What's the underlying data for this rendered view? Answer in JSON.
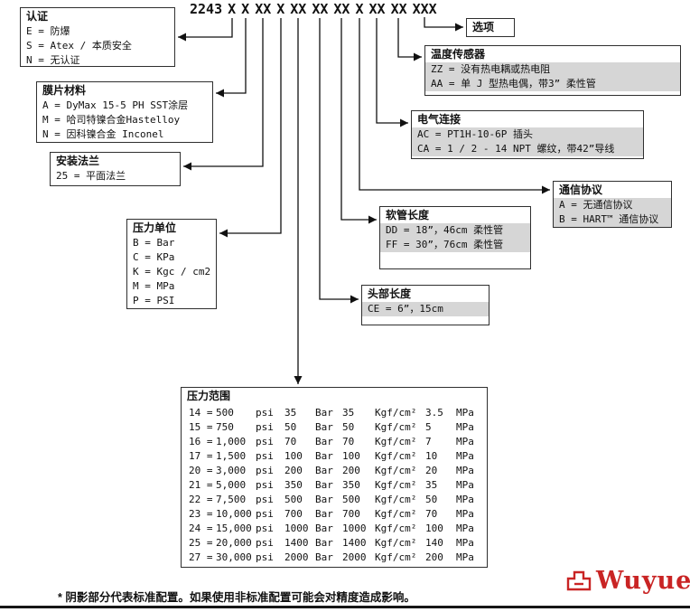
{
  "page": {
    "footnote": "* 阴影部分代表标准配置。如果使用非标准配置可能会对精度造成影响。",
    "logo_text": "Wuyue",
    "accent_color": "#c92424",
    "shading_color": "#d6d6d6"
  },
  "model_code": {
    "base": "2243",
    "segments": [
      "X",
      "X",
      "XX",
      "X",
      "XX",
      "XX",
      "XX",
      "X",
      "XX",
      "XX",
      "XXX"
    ]
  },
  "boxes": {
    "certification": {
      "title": "认证",
      "options": [
        "E = 防爆",
        "S = Atex / 本质安全",
        "N = 无认证"
      ]
    },
    "diaphragm": {
      "title": "膜片材料",
      "options": [
        "A = DyMax 15-5 PH SST涂层",
        "M = 哈司特镍合金Hastelloy",
        "N = 因科镍合金 Inconel"
      ]
    },
    "flange": {
      "title": "安装法兰",
      "options": [
        "25 = 平面法兰"
      ]
    },
    "pressure_unit": {
      "title": "压力单位",
      "options": [
        "B = Bar",
        "C = KPa",
        "K = Kgc / cm2",
        "M = MPa",
        "P = PSI"
      ]
    },
    "options": {
      "title": "选项"
    },
    "temperature_sensor": {
      "title": "温度传感器",
      "options": [
        "ZZ = 没有热电耦或热电阻",
        "AA = 单 J 型热电偶，带3” 柔性管"
      ]
    },
    "electrical": {
      "title": "电气连接",
      "options": [
        "AC = PT1H-10-6P 插头",
        "CA = 1 / 2 - 14 NPT 螺纹，带42”导线"
      ]
    },
    "communication": {
      "title": "通信协议",
      "options": [
        "A = 无通信协议",
        "B = HART™ 通信协议"
      ]
    },
    "hose_length": {
      "title": "软管长度",
      "options": [
        "DD = 18”，46cm 柔性管",
        "FF = 30”，76cm 柔性管"
      ]
    },
    "head_length": {
      "title": "头部长度",
      "options": [
        "CE = 6”，15cm"
      ]
    }
  },
  "pressure_range": {
    "title": "压力范围",
    "units": [
      "psi",
      "Bar",
      "Kgf/cm²",
      "MPa"
    ],
    "rows": [
      {
        "code": "14",
        "psi": "500",
        "bar": "35",
        "kgf": "35",
        "mpa": "3.5"
      },
      {
        "code": "15",
        "psi": "750",
        "bar": "50",
        "kgf": "50",
        "mpa": "5"
      },
      {
        "code": "16",
        "psi": "1,000",
        "bar": "70",
        "kgf": "70",
        "mpa": "7"
      },
      {
        "code": "17",
        "psi": "1,500",
        "bar": "100",
        "kgf": "100",
        "mpa": "10"
      },
      {
        "code": "20",
        "psi": "3,000",
        "bar": "200",
        "kgf": "200",
        "mpa": "20"
      },
      {
        "code": "21",
        "psi": "5,000",
        "bar": "350",
        "kgf": "350",
        "mpa": "35"
      },
      {
        "code": "22",
        "psi": "7,500",
        "bar": "500",
        "kgf": "500",
        "mpa": "50"
      },
      {
        "code": "23",
        "psi": "10,000",
        "bar": "700",
        "kgf": "700",
        "mpa": "70"
      },
      {
        "code": "24",
        "psi": "15,000",
        "bar": "1000",
        "kgf": "1000",
        "mpa": "100"
      },
      {
        "code": "25",
        "psi": "20,000",
        "bar": "1400",
        "kgf": "1400",
        "mpa": "140"
      },
      {
        "code": "27",
        "psi": "30,000",
        "bar": "2000",
        "kgf": "2000",
        "mpa": "200"
      }
    ]
  }
}
